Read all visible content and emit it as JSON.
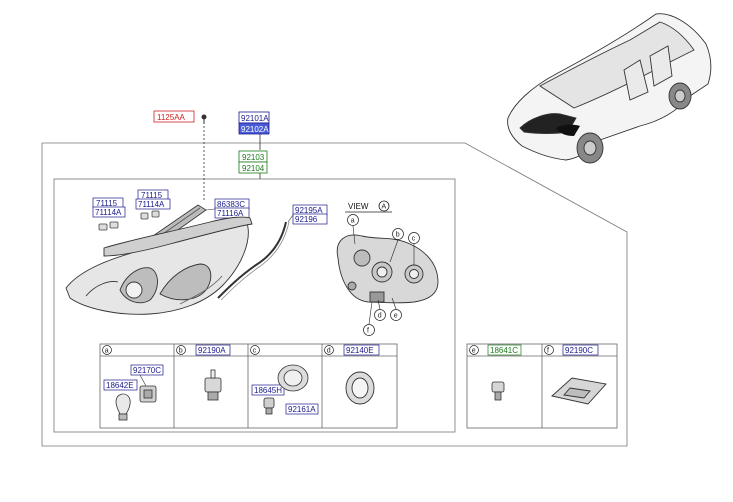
{
  "parts": {
    "bolt": "1125AA",
    "assembly_1": "92101A",
    "assembly_2": "92102A",
    "housing_1": "92103",
    "housing_2": "92104",
    "clip_a1": "71115",
    "clip_a2": "71114A",
    "clip_b1": "71115",
    "clip_b2": "71114A",
    "trim_1": "86383C",
    "trim_2": "71116A",
    "strip_1": "92195A",
    "strip_2": "92196"
  },
  "view": {
    "label": "VIEW",
    "marker": "A",
    "callouts": [
      "a",
      "b",
      "c",
      "d",
      "e",
      "f"
    ]
  },
  "cells": [
    {
      "letter": "a",
      "header": "",
      "labels": [
        "92170C",
        "18642E"
      ]
    },
    {
      "letter": "b",
      "header": "92190A",
      "labels": []
    },
    {
      "letter": "c",
      "header": "",
      "labels": [
        "18645H",
        "92161A"
      ]
    },
    {
      "letter": "d",
      "header": "92140E",
      "labels": []
    },
    {
      "letter": "e",
      "header": "18641C",
      "labels": []
    },
    {
      "letter": "f",
      "header": "92190C",
      "labels": []
    }
  ],
  "colors": {
    "blue_label": "#1a1a8c",
    "red_label": "#cc2222",
    "green_label": "#1a7a1a",
    "highlight_fill": "#4a5bd8",
    "line": "#555555"
  }
}
